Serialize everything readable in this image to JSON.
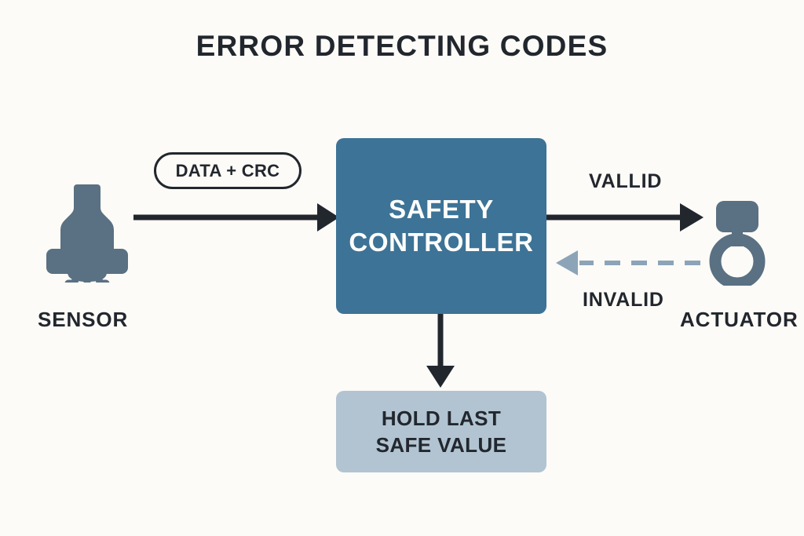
{
  "diagram": {
    "title": "ERROR DETECTING CODES",
    "background_color": "#fdfbf7",
    "accent_color": "#3d7396",
    "secondary_color": "#b2c4d2",
    "icon_color": "#5a7083",
    "line_color": "#22272e",
    "dashed_line_color": "#8ca4b8"
  },
  "nodes": {
    "sensor": {
      "label": "SENSOR",
      "icon": "sensor-icon"
    },
    "controller": {
      "line1": "SAFETY",
      "line2": "CONTROLLER"
    },
    "actuator": {
      "label": "ACTUATOR",
      "icon": "actuator-icon"
    },
    "hold": {
      "line1": "HOLD LAST",
      "line2": "SAFE VALUE"
    }
  },
  "edges": {
    "sensor_to_controller": {
      "badge": "DATA + CRC",
      "style": "solid",
      "direction": "right"
    },
    "controller_to_actuator": {
      "label": "VALLID",
      "style": "solid",
      "direction": "right"
    },
    "actuator_to_controller": {
      "label": "INVALID",
      "style": "dashed",
      "direction": "left"
    },
    "controller_to_hold": {
      "label": "",
      "style": "solid",
      "direction": "down"
    }
  }
}
